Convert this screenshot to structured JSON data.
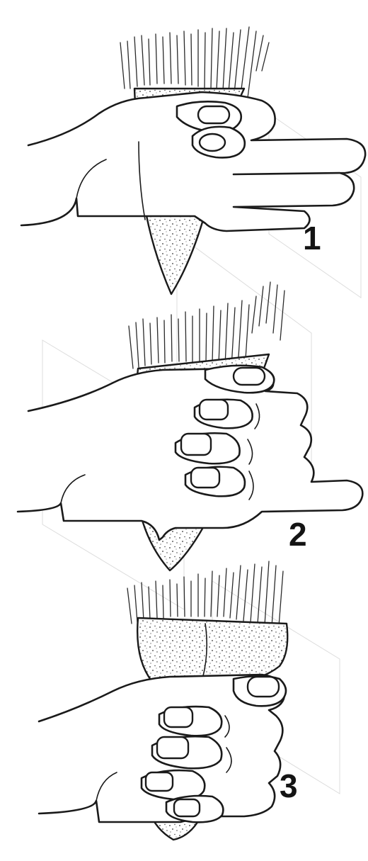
{
  "figure": {
    "panels": [
      {
        "id": "panel-1",
        "number": "1"
      },
      {
        "id": "panel-2",
        "number": "2"
      },
      {
        "id": "panel-3",
        "number": "3"
      }
    ]
  },
  "colors": {
    "ink": "#1a1a1a",
    "paper": "#ffffff"
  }
}
